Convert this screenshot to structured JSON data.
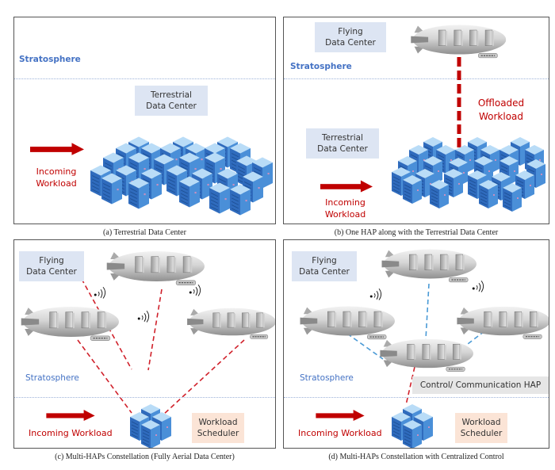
{
  "colors": {
    "stratosphere_text": "#4472c4",
    "workload_red": "#c00000",
    "label_blue_bg": "#dde5f3",
    "label_peach_bg": "#fbe4d6",
    "label_grey_bg": "#e6e6e6",
    "server_blue": "#3d78c6",
    "control_link_blue": "#4a9ad6",
    "data_link_red": "#d0202a"
  },
  "panels": {
    "a": {
      "caption": "(a) Terrestrial Data Center",
      "stratosphere": "Stratosphere",
      "terrestrial_label": "Terrestrial\nData Center",
      "terrestrial_line1": "Terrestrial",
      "terrestrial_line2": "Data Center",
      "incoming_line1": "Incoming",
      "incoming_line2": "Workload"
    },
    "b": {
      "caption": "(b) One HAP along with the Terrestrial Data Center",
      "stratosphere": "Stratosphere",
      "flying_line1": "Flying",
      "flying_line2": "Data Center",
      "terrestrial_line1": "Terrestrial",
      "terrestrial_line2": "Data Center",
      "offloaded_line1": "Offloaded",
      "offloaded_line2": "Workload",
      "incoming_line1": "Incoming",
      "incoming_line2": "Workload"
    },
    "c": {
      "caption": "(c) Multi-HAPs Constellation (Fully Aerial Data Center)",
      "stratosphere": "Stratosphere",
      "flying_line1": "Flying",
      "flying_line2": "Data Center",
      "incoming": "Incoming Workload",
      "scheduler_line1": "Workload",
      "scheduler_line2": "Scheduler"
    },
    "d": {
      "caption": "(d) Multi-HAPs Constellation with Centralized Control",
      "stratosphere": "Stratosphere",
      "flying_line1": "Flying",
      "flying_line2": "Data Center",
      "control_hap": "Control/ Communication HAP",
      "incoming": "Incoming Workload",
      "scheduler_line1": "Workload",
      "scheduler_line2": "Scheduler"
    }
  }
}
